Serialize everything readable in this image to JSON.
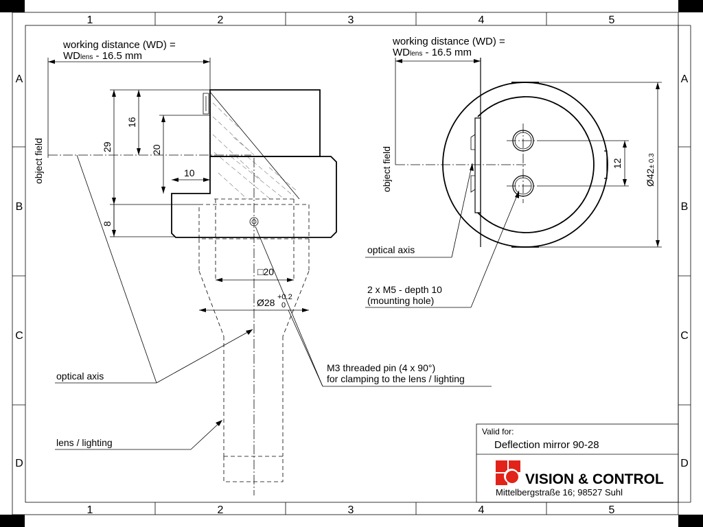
{
  "frame": {
    "columns": [
      "1",
      "2",
      "3",
      "4",
      "5"
    ],
    "rows": [
      "A",
      "B",
      "C",
      "D"
    ]
  },
  "side_view": {
    "wd_line1": "working distance (WD) =",
    "wd_line2_prefix": "WD",
    "wd_line2_sub": "lens",
    "wd_line2_suffix": " - 16.5 mm",
    "object_field": "object field",
    "dim_16": "16",
    "dim_29": "29",
    "dim_20": "20",
    "dim_10": "10",
    "dim_8": "8",
    "dim_square": "□20",
    "dim_dia28": "Ø28",
    "tol_upper": "+0.2",
    "tol_lower": "0",
    "optical_axis": "optical axis",
    "lens_lighting": "lens / lighting",
    "pin_line1": "M3 threaded pin (4 x 90°)",
    "pin_line2": "for clamping to the lens / lighting"
  },
  "front_view": {
    "wd_line1": "working distance (WD) =",
    "wd_line2_prefix": "WD",
    "wd_line2_sub": "lens",
    "wd_line2_suffix": " - 16.5 mm",
    "object_field": "object field",
    "dim_12": "12",
    "dim_dia42": "Ø42",
    "dim_dia42_tol": "± 0.3",
    "optical_axis": "optical axis",
    "mount_line1": "2 x M5 - depth 10",
    "mount_line2": "(mounting hole)"
  },
  "title_block": {
    "valid_for_label": "Valid for:",
    "product": "Deflection mirror 90-28",
    "company": "VISION & CONTROL",
    "address": "Mittelbergstraße 16; 98527 Suhl",
    "brand_color": "#e2231a"
  }
}
